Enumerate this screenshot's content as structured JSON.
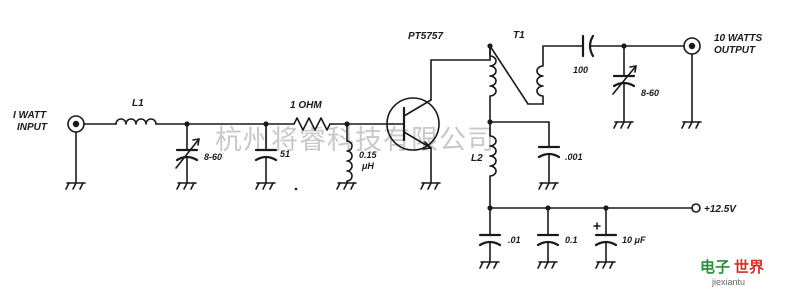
{
  "labels": {
    "input": [
      "I WATT",
      "INPUT"
    ],
    "output": [
      "10 WATTS",
      "OUTPUT"
    ],
    "transistor": "PT5757",
    "l1": "L1",
    "t1": "T1",
    "l2": "L2",
    "trimmer_left": "8-60",
    "trimmer_right": "8-60",
    "cap_51": "51",
    "resistor": "1 OHM",
    "choke": [
      "0.15",
      "μH"
    ],
    "cap_100": "100",
    "cap_001a": ".001",
    "cap_01": ".01",
    "cap_0_1": "0.1",
    "cap_10uf": "10 μF",
    "supply": "+12.5V"
  },
  "watermark": "杭州将睿科技有限公司",
  "logo": {
    "left": "电子",
    "right": "世界",
    "site": "jiexiantu"
  }
}
